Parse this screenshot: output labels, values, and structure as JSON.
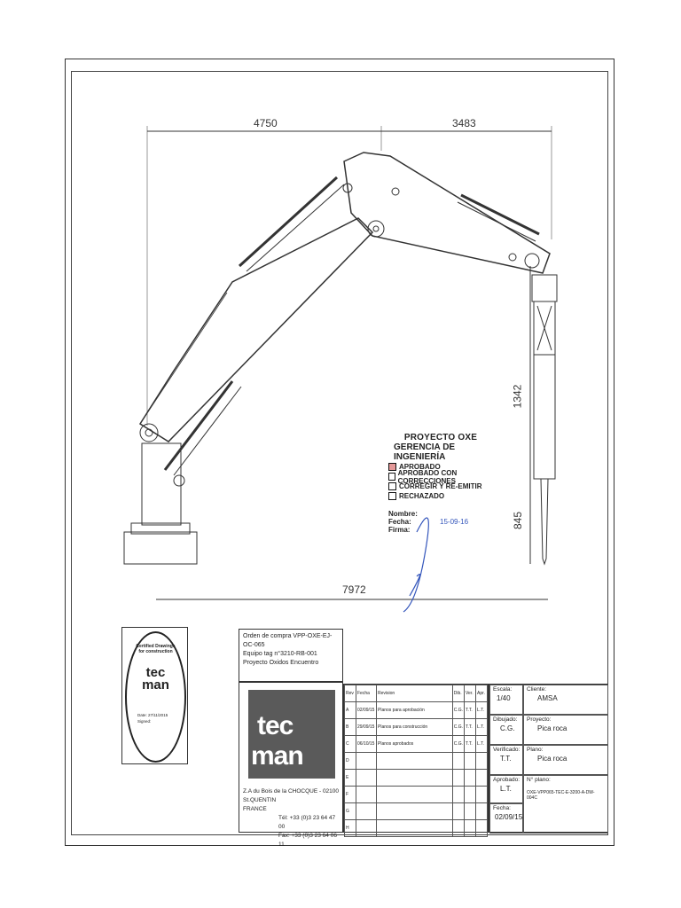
{
  "drawing": {
    "dims": {
      "top_left": "4750",
      "top_right": "3483",
      "total": "7972",
      "side_upper": "1342",
      "side_lower": "845"
    }
  },
  "stamp": {
    "title1": "PROYECTO OXE",
    "title2": "GERENCIA DE INGENIERÍA",
    "options": [
      {
        "label": "APROBADO",
        "checked": true
      },
      {
        "label": "APROBADO CON CORRECCIONES",
        "checked": false
      },
      {
        "label": "CORREGIR Y RE-EMITIR",
        "checked": false
      },
      {
        "label": "RECHAZADO",
        "checked": false
      }
    ],
    "nombre_label": "Nombre:",
    "fecha_label": "Fecha:",
    "firma_label": "Firma:",
    "fecha_value": "15-09-16"
  },
  "cert": {
    "line1": "Certified Drawings",
    "line2": "for construction",
    "logo1": "tec",
    "logo2": "man",
    "date": "Date: 27/11/2015",
    "signed": "Signed:"
  },
  "order": {
    "line1": "Orden de compra VPP-OXE-EJ-OC-065",
    "line2": "Equipo tag n°3210-RB-001",
    "line3": "Proyecto Oxidos Encuentro"
  },
  "company": {
    "logo1": "tec",
    "logo2": "man",
    "addr1": "Z.A du Bois de la CHOCQUE - 02100 St.QUENTIN",
    "addr2": "FRANCE",
    "tel": "Tél: +33 (0)3 23 64 47 00",
    "fax": "Fax: +33 (0)3 23 64 06 11"
  },
  "revisions": {
    "headers": [
      "Rev",
      "Fecha",
      "Revision",
      "Dib.",
      "Ver.",
      "Apr."
    ],
    "rows": [
      [
        "A",
        "02/09/15",
        "Planos para aprobación",
        "C.G.",
        "T.T.",
        "L.T."
      ],
      [
        "B",
        "29/09/15",
        "Planos para construcción",
        "C.G.",
        "T.T.",
        "L.T."
      ],
      [
        "C",
        "06/10/15",
        "Planos aprobados",
        "C.G.",
        "T.T.",
        "L.T."
      ],
      [
        "D",
        "",
        "",
        "",
        "",
        ""
      ],
      [
        "E",
        "",
        "",
        "",
        "",
        ""
      ],
      [
        "F",
        "",
        "",
        "",
        "",
        ""
      ],
      [
        "G",
        "",
        "",
        "",
        "",
        ""
      ],
      [
        "H",
        "",
        "",
        "",
        "",
        ""
      ]
    ]
  },
  "info": {
    "escala_label": "Escala:",
    "escala": "1/40",
    "cliente_label": "Cliente:",
    "cliente": "AMSA",
    "dibujado_label": "Dibujado:",
    "dibujado": "C.G.",
    "proyecto_label": "Proyecto:",
    "proyecto": "Pica roca",
    "verificado_label": "Verificado:",
    "verificado": "T.T.",
    "plano_label": "Plano:",
    "plano": "Pica roca",
    "aprobado_label": "Aprobado:",
    "aprobado": "L.T.",
    "nplano_label": "N° plano:",
    "nplano": "OXE-VPP065-TEC-E-3200-A-DW-004C",
    "fecha_label": "Fecha:",
    "fecha": "02/09/15"
  }
}
